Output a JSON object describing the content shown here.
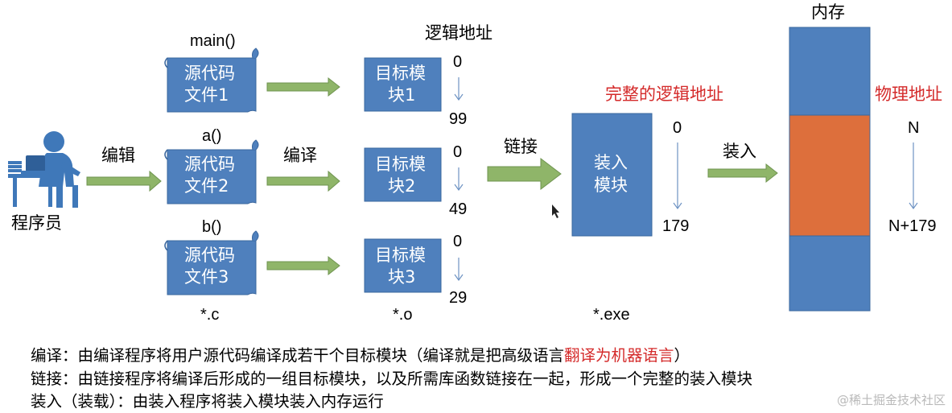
{
  "programmer": {
    "label": "程序员",
    "icon": "programmer-icon"
  },
  "arrows": {
    "edit": "编辑",
    "compile": "编译",
    "link": "链接",
    "load": "装入"
  },
  "source_files": [
    {
      "func": "main()",
      "line1": "源代码",
      "line2": "文件1"
    },
    {
      "func": "a()",
      "line1": "源代码",
      "line2": "文件2"
    },
    {
      "func": "b()",
      "line1": "源代码",
      "line2": "文件3"
    }
  ],
  "source_ext": "*.c",
  "logic_addr_title": "逻辑地址",
  "object_modules": [
    {
      "line1": "目标模",
      "line2": "块1",
      "start": "0",
      "end": "99"
    },
    {
      "line1": "目标模",
      "line2": "块2",
      "start": "0",
      "end": "49"
    },
    {
      "line1": "目标模",
      "line2": "块3",
      "start": "0",
      "end": "29"
    }
  ],
  "object_ext": "*.o",
  "load_module": {
    "title": "完整的逻辑地址",
    "line1": "装入",
    "line2": "模块",
    "start": "0",
    "end": "179",
    "ext": "*.exe"
  },
  "memory": {
    "title": "内存",
    "phys_title": "物理地址",
    "start": "N",
    "end": "N+179"
  },
  "colors": {
    "box_blue": "#4f80bd",
    "box_border": "#3a679e",
    "memory_orange": "#dd6f3c",
    "arrow_green": "#8fb569",
    "arrow_green_dark": "#6f9450",
    "thin_arrow": "#6e93c3",
    "red_text": "#d42a2a",
    "person": "#3f78b9"
  },
  "descriptions": [
    {
      "text": "编译：由编译程序将用户源代码编译成若干个目标模块（编译就是把高级语言",
      "red": "翻译为机器语言",
      "tail": "）"
    },
    {
      "text": "链接：由链接程序将编译后形成的一组目标模块，以及所需库函数链接在一起，形成一个完整的装入模块",
      "red": "",
      "tail": ""
    },
    {
      "text": "装入（装载）：由装入程序将装入模块装入内存运行",
      "red": "",
      "tail": ""
    }
  ],
  "watermark": "@稀土掘金技术社区"
}
